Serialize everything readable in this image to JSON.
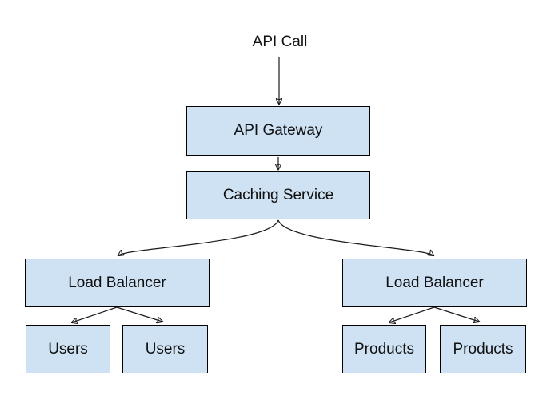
{
  "palette": {
    "bg": "#ffffff",
    "node_fill": "#cfe2f3",
    "node_border": "#000000",
    "connector": "#1a1a1a",
    "text": "#111111"
  },
  "nodes": {
    "api_call": {
      "label": "API Call"
    },
    "api_gateway": {
      "label": "API Gateway"
    },
    "caching_service": {
      "label": "Caching Service"
    },
    "load_balancer_left": {
      "label": "Load Balancer"
    },
    "load_balancer_right": {
      "label": "Load Balancer"
    },
    "users_1": {
      "label": "Users"
    },
    "users_2": {
      "label": "Users"
    },
    "products_1": {
      "label": "Products"
    },
    "products_2": {
      "label": "Products"
    }
  },
  "edges": [
    {
      "from": "api_call",
      "to": "api_gateway",
      "style": "straight"
    },
    {
      "from": "api_gateway",
      "to": "caching_service",
      "style": "straight"
    },
    {
      "from": "caching_service",
      "to": "load_balancer_left",
      "style": "curved"
    },
    {
      "from": "caching_service",
      "to": "load_balancer_right",
      "style": "curved"
    },
    {
      "from": "load_balancer_left",
      "to": "users_1",
      "style": "straight"
    },
    {
      "from": "load_balancer_left",
      "to": "users_2",
      "style": "straight"
    },
    {
      "from": "load_balancer_right",
      "to": "products_1",
      "style": "straight"
    },
    {
      "from": "load_balancer_right",
      "to": "products_2",
      "style": "straight"
    }
  ]
}
